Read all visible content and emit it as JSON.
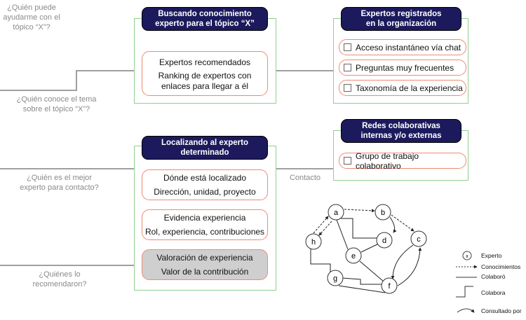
{
  "questions": {
    "q1": [
      "¿Quién puede",
      "ayudarme con el",
      "tópico “X”?"
    ],
    "q2": [
      "¿Quién conoce el tema",
      "sobre el tópico “X”?"
    ],
    "q3": [
      "¿Quién es el mejor",
      "experto para contacto?"
    ],
    "q4": [
      "¿Quiénes lo",
      "recomendaron?"
    ]
  },
  "panels": {
    "buscando": {
      "title": [
        "Buscando conocimiento",
        "experto para el tópico “X”"
      ],
      "card": [
        "Expertos recomendados",
        "Ranking de expertos con",
        "enlaces para llegar a él"
      ]
    },
    "registrados": {
      "title": [
        "Expertos registrados",
        "en la organización"
      ],
      "items": [
        "Acceso instantáneo vía chat",
        "Preguntas muy frecuentes",
        "Taxonomía de la experiencia"
      ]
    },
    "redes": {
      "title": [
        "Redes colaborativas",
        "internas y/o externas"
      ],
      "items": [
        "Grupo de trabajo colaborativo"
      ]
    },
    "localizando": {
      "title": [
        "Localizando al experto",
        "determinado"
      ],
      "cards": [
        [
          "Dónde está localizado",
          "Dirección, unidad, proyecto"
        ],
        [
          "Evidencia experiencia",
          "Rol, experiencia, contribuciones"
        ],
        [
          "Valoración de experiencia",
          "Valor de la contribución"
        ]
      ]
    }
  },
  "connector_label": "Contacto",
  "network": {
    "nodes": [
      "a",
      "b",
      "c",
      "d",
      "e",
      "f",
      "g",
      "h"
    ],
    "edges": [
      {
        "from": "a",
        "to": "b",
        "type": "conocimientos"
      },
      {
        "from": "b",
        "to": "c",
        "type": "conocimientos"
      },
      {
        "from": "a",
        "to": "h",
        "type": "conocimientos"
      },
      {
        "from": "h",
        "to": "a",
        "type": "conocimientos"
      },
      {
        "from": "b",
        "to": "d",
        "type": "consultado_por"
      },
      {
        "from": "c",
        "to": "f",
        "type": "consultado_por"
      },
      {
        "from": "f",
        "to": "c",
        "type": "consultado_por"
      },
      {
        "from": "a",
        "to": "e",
        "type": "colaboro"
      },
      {
        "from": "e",
        "to": "d",
        "type": "colaboro"
      },
      {
        "from": "e",
        "to": "f",
        "type": "colaboro"
      },
      {
        "from": "g",
        "to": "f",
        "type": "colaboro"
      },
      {
        "from": "a",
        "to": "d",
        "type": "colabora"
      },
      {
        "from": "h",
        "to": "g",
        "type": "colabora"
      },
      {
        "from": "g",
        "to": "f",
        "type": "colabora"
      }
    ]
  },
  "legend": {
    "node_symbol": "x",
    "items": [
      "Experto",
      "Conocimientos",
      "Colaboró",
      "Colabora",
      "Consultado por"
    ]
  }
}
